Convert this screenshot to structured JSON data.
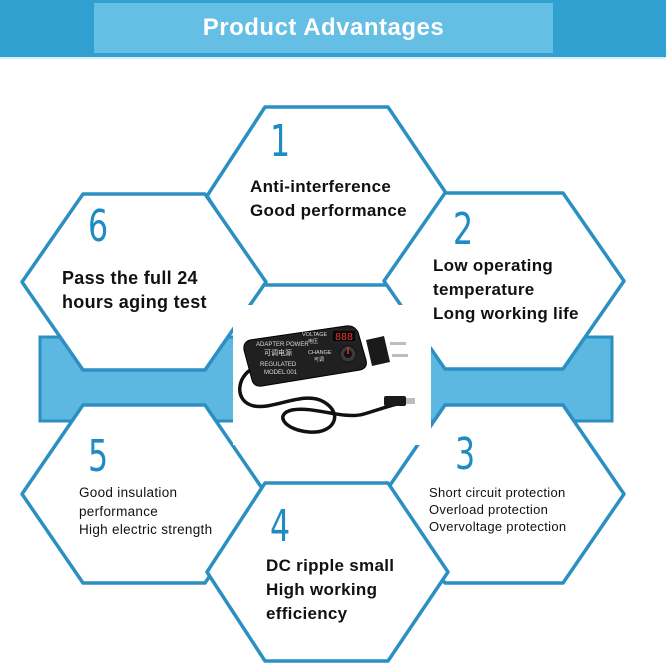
{
  "header": {
    "title": "Product Advantages"
  },
  "colors": {
    "accent": "#2fa0d0",
    "panel": "#65bee3",
    "band": "#5cb8e0",
    "number": "#1e8bc3"
  },
  "features": [
    {
      "number": "1",
      "lines": [
        "Anti-interference",
        "Good performance"
      ]
    },
    {
      "number": "2",
      "lines": [
        "Low operating",
        "temperature",
        "Long working life"
      ]
    },
    {
      "number": "3",
      "lines": [
        "Short circuit protection",
        "Overload protection",
        "Overvoltage protection"
      ]
    },
    {
      "number": "4",
      "lines": [
        "DC ripple small",
        "High working",
        "efficiency"
      ]
    },
    {
      "number": "5",
      "lines": [
        "Good insulation",
        "performance",
        "High electric strength"
      ]
    },
    {
      "number": "6",
      "lines": [
        "Pass the full 24",
        "hours aging test"
      ]
    }
  ],
  "product": {
    "label_line1": "ADAPTER POWER",
    "label_line2": "可调电源",
    "label_line3": "REGULATED",
    "label_line4": "MODEL:001",
    "voltage_label": "VOLTAGE",
    "voltage_cn": "电压",
    "change_label": "CHANGE",
    "change_cn": "可调",
    "display": "888"
  }
}
